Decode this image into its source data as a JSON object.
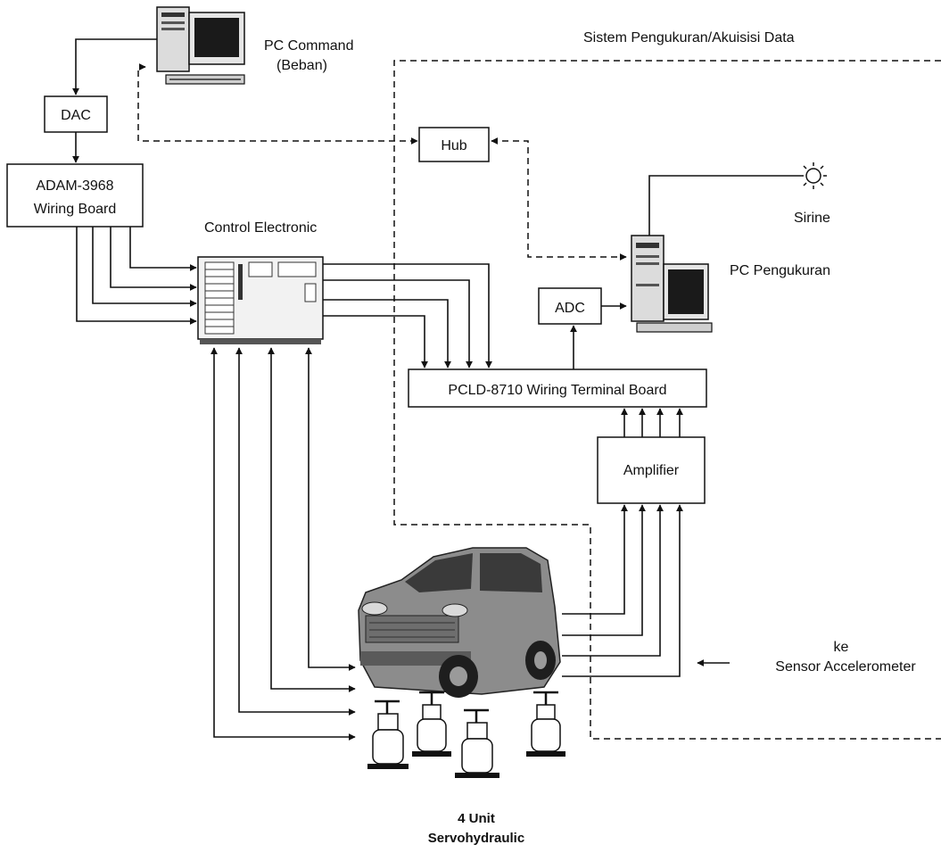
{
  "title": "Sistem Pengukuran/Akuisisi Data",
  "pc_command": {
    "line1": "PC Command",
    "line2": "(Beban)"
  },
  "dac": "DAC",
  "adam": {
    "line1": "ADAM-3968",
    "line2": "Wiring Board"
  },
  "control_electronic": "Control Electronic",
  "hub": "Hub",
  "sirine": "Sirine",
  "pc_pengukuran": "PC Pengukuran",
  "adc": "ADC",
  "terminal_board": "PCLD-8710 Wiring Terminal Board",
  "amplifier": "Amplifier",
  "sensor": {
    "line1": "ke",
    "line2": "Sensor Accelerometer"
  },
  "servo": {
    "line1": "4 Unit",
    "line2": "Servohydraulic"
  },
  "icons": [
    "computer-icon",
    "siren-icon",
    "car-image",
    "hydraulic-actuator-icon"
  ]
}
